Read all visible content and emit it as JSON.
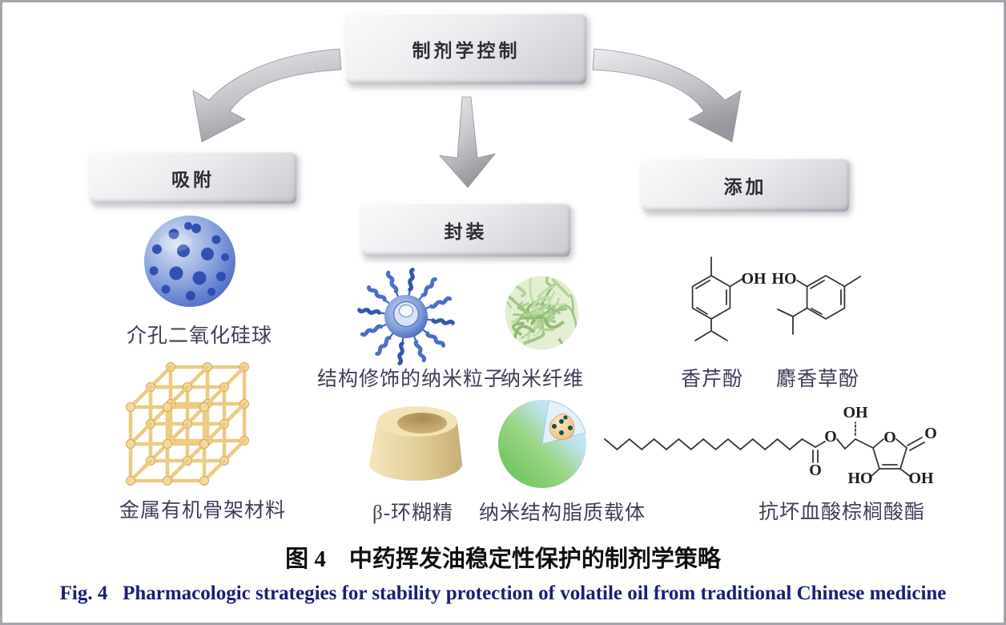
{
  "flow": {
    "root": "制剂学控制",
    "branches": [
      {
        "label": "吸附",
        "items": [
          "介孔二氧化硅球",
          "金属有机骨架材料"
        ]
      },
      {
        "label": "封装",
        "items": [
          "结构修饰的纳米粒子",
          "纳米纤维",
          "β-环糊精",
          "纳米结构脂质载体"
        ]
      },
      {
        "label": "添加",
        "items": [
          "香芹酚",
          "麝香草酚",
          "抗坏血酸棕榈酸酯"
        ]
      }
    ]
  },
  "captions": {
    "cn": "图 4　中药挥发油稳定性保护的制剂学策略",
    "en": "Fig. 4   Pharmacologic strategies for stability protection of volatile oil from traditional Chinese medicine"
  },
  "chem_labels": {
    "oh": "OH",
    "ho": "HO",
    "o": "O"
  },
  "colors": {
    "caption_en": "#1a1e78",
    "box_face": "#e9e9ed",
    "silica_blue": "#3a5cb4",
    "mof_gold": "#eccb82",
    "fiber_green": "#9cc37f",
    "lipid_green": "#5fbf52",
    "cyclodextrin_tan": "#e2cd96",
    "bond_ink": "#34343e"
  }
}
